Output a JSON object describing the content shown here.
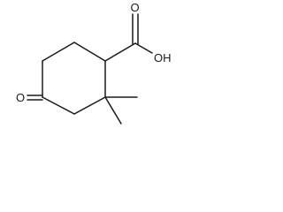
{
  "molecule": {
    "labels": {
      "hydroxyl": "OH",
      "carbonyl_oxygen_acid": "O",
      "ketone_oxygen": "O"
    },
    "colors": {
      "ink": "#1a1a1a",
      "background": "#ffffff"
    }
  }
}
